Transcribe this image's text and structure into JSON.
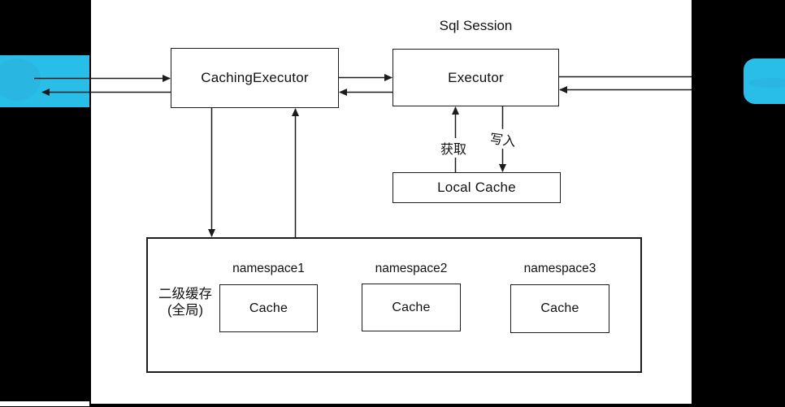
{
  "diagram": {
    "title": "Sql Session",
    "nodes": {
      "caching_executor": "CachingExecutor",
      "executor": "Executor",
      "local_cache": "Local Cache",
      "second_level_cache_line1": "二级缓存",
      "second_level_cache_line2": "(全局)",
      "namespace1": "namespace1",
      "namespace2": "namespace2",
      "namespace3": "namespace3",
      "cache1": "Cache",
      "cache2": "Cache",
      "cache3": "Cache"
    },
    "edge_labels": {
      "get": "获取",
      "write": "写入"
    },
    "colors": {
      "outer_bg": "#000000",
      "canvas_bg": "#ffffff",
      "line": "#1c1c1c",
      "accent_cyan": "#29bee8",
      "accent_cyan_dark": "#2aaed8"
    }
  }
}
